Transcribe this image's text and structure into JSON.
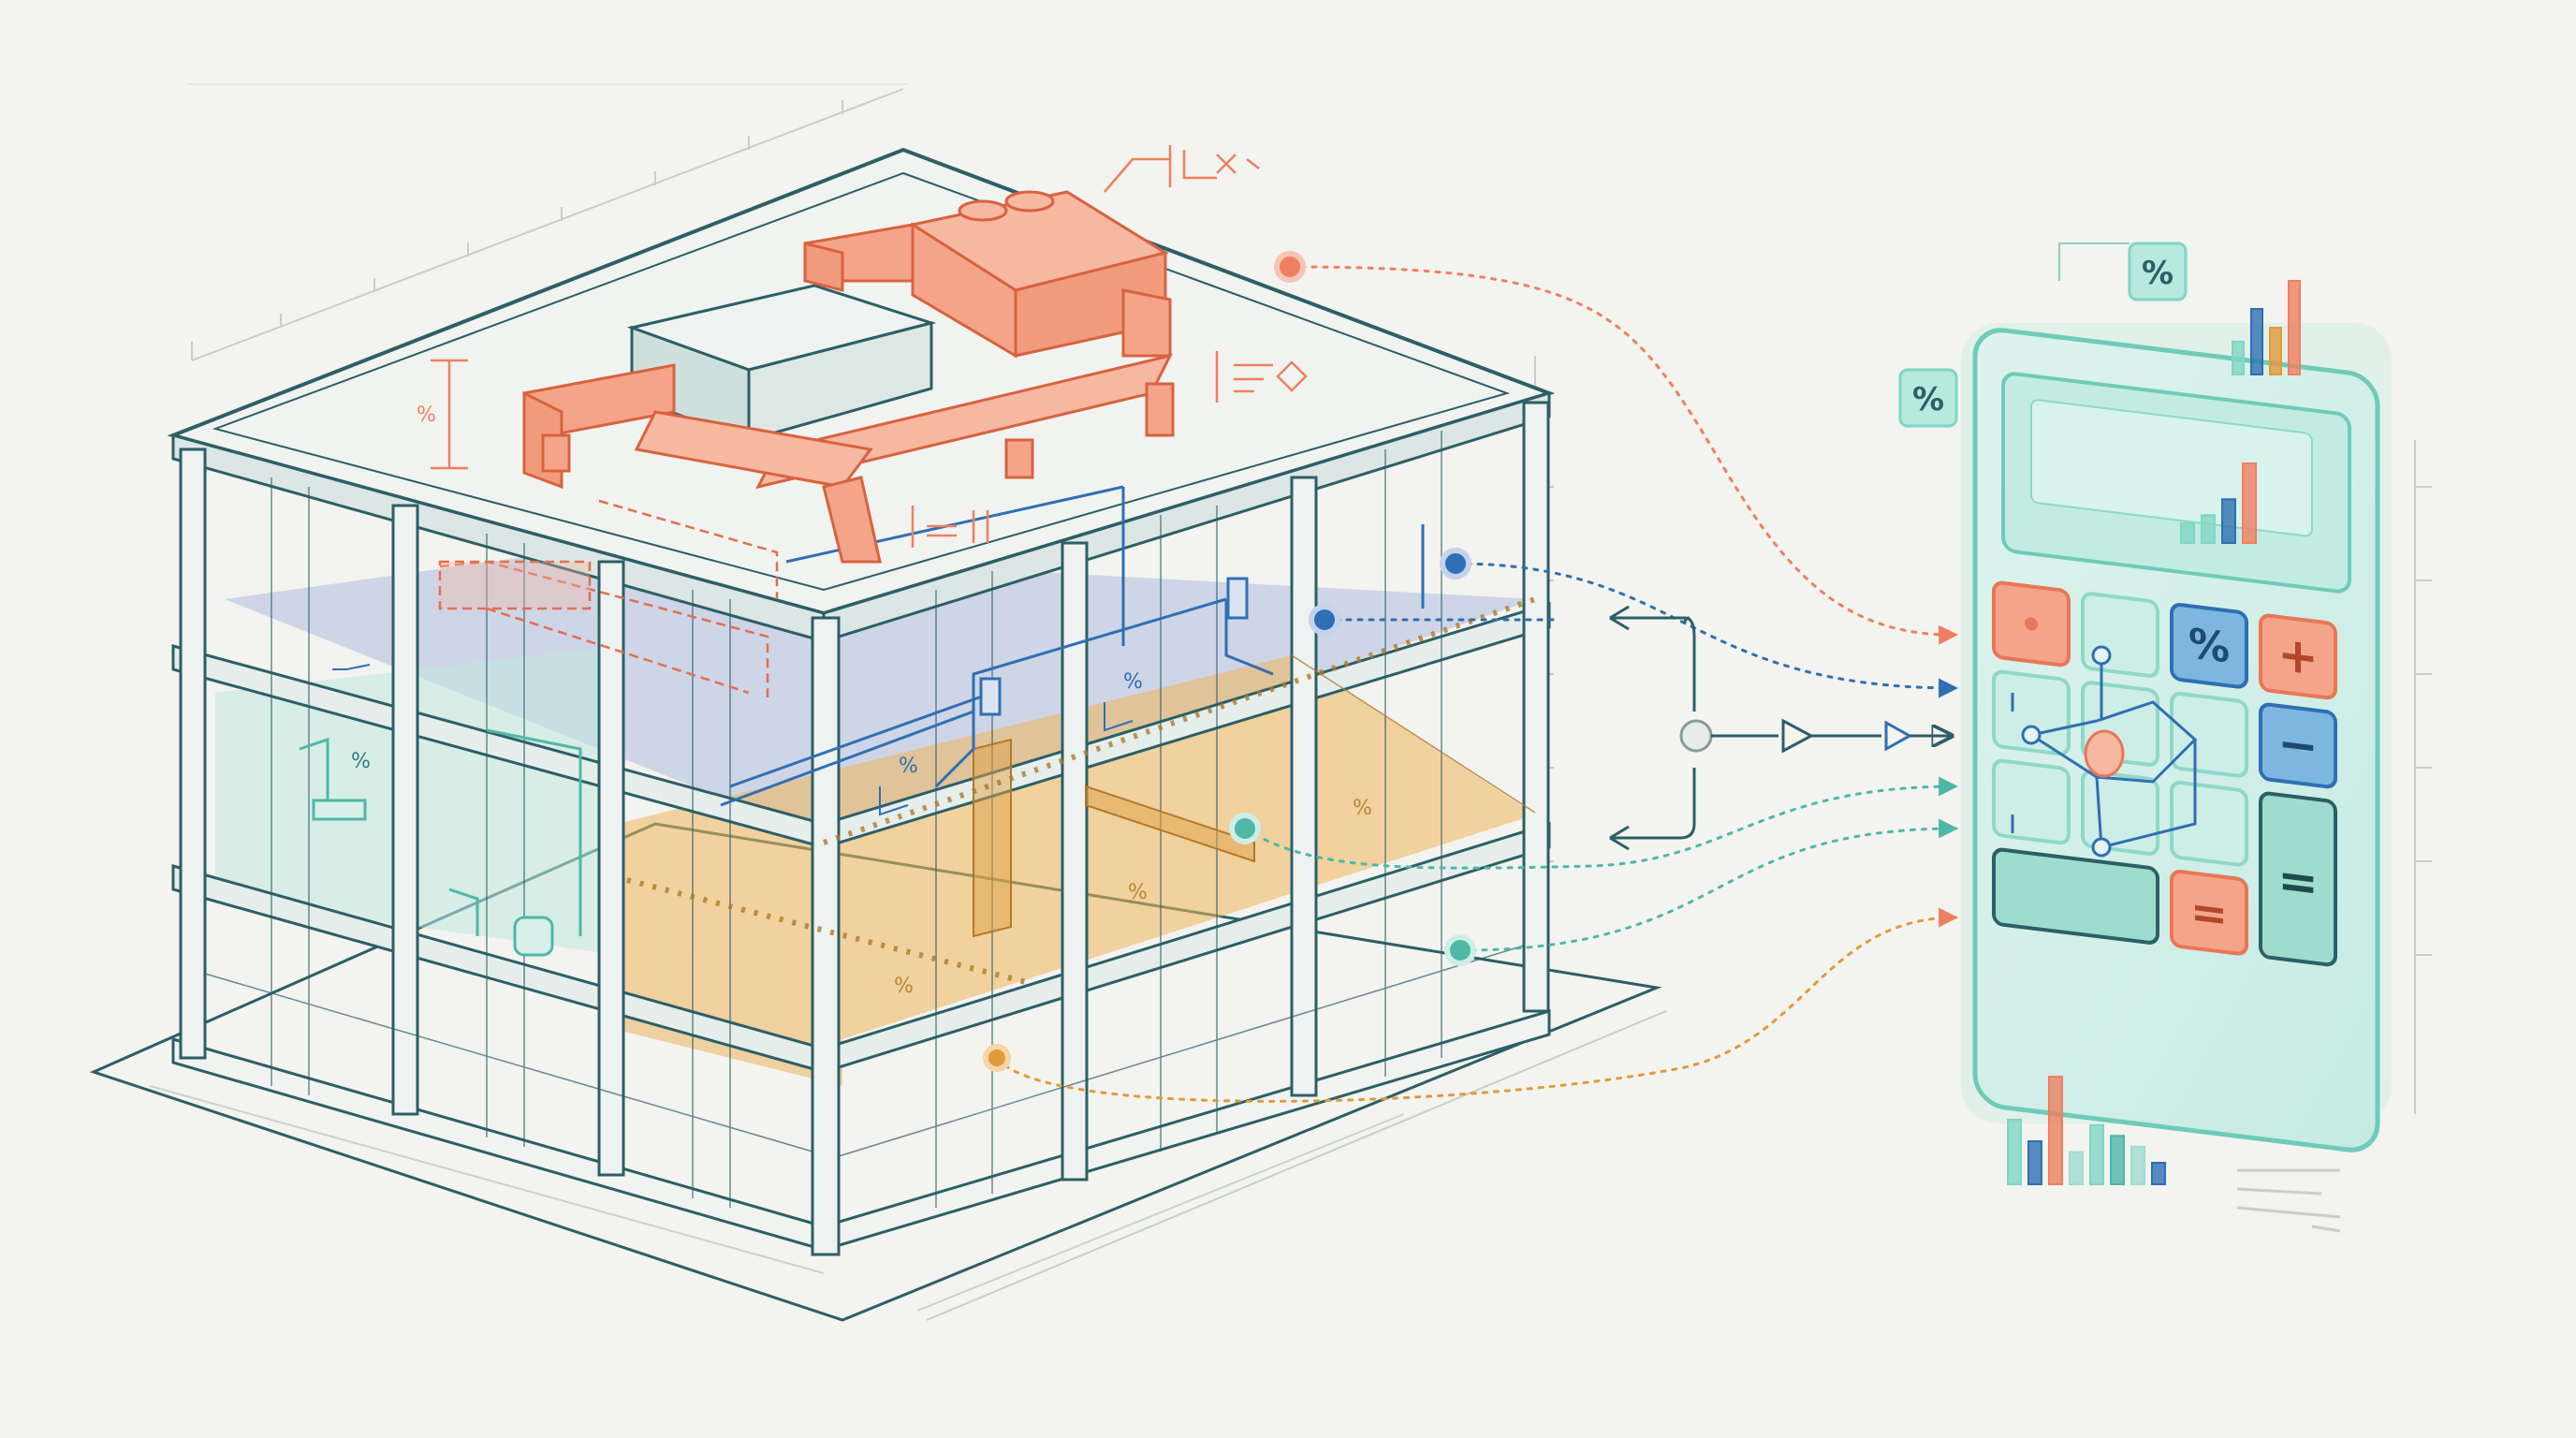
{
  "colors": {
    "background": "#f3f3ef",
    "structure": "#2c5f66",
    "hvac": "#ee8060",
    "electrical": "#2f6fb3",
    "plumbing": "#4fb8a5",
    "floor_highlight": "#e9a93f",
    "calculator": "#7fd6c4",
    "node": "#8a9a9a"
  },
  "glyphs": {
    "percent": "%",
    "plus": "+",
    "minus": "−",
    "equals": "="
  },
  "connection_lines": [
    {
      "source": "hvac",
      "target": "key-orange"
    },
    {
      "source": "electrical-floor-3",
      "target": "keypad-row-2"
    },
    {
      "source": "electrical-floor-3b",
      "target": "keypad-row-2"
    },
    {
      "source": "plumbing-floor-2",
      "target": "keypad-row-3"
    },
    {
      "source": "plumbing-floor-1",
      "target": "keypad-row-3b"
    },
    {
      "source": "floor-1",
      "target": "keypad-row-4"
    }
  ],
  "calculator_chart_bars": {
    "display": [
      0.25,
      0.35,
      0.55,
      1.0
    ],
    "top": [
      0.35,
      0.7,
      0.5,
      1.0
    ],
    "bottom": [
      0.6,
      0.4,
      1.0,
      0.3,
      0.55,
      0.45,
      0.35,
      0.2
    ]
  }
}
